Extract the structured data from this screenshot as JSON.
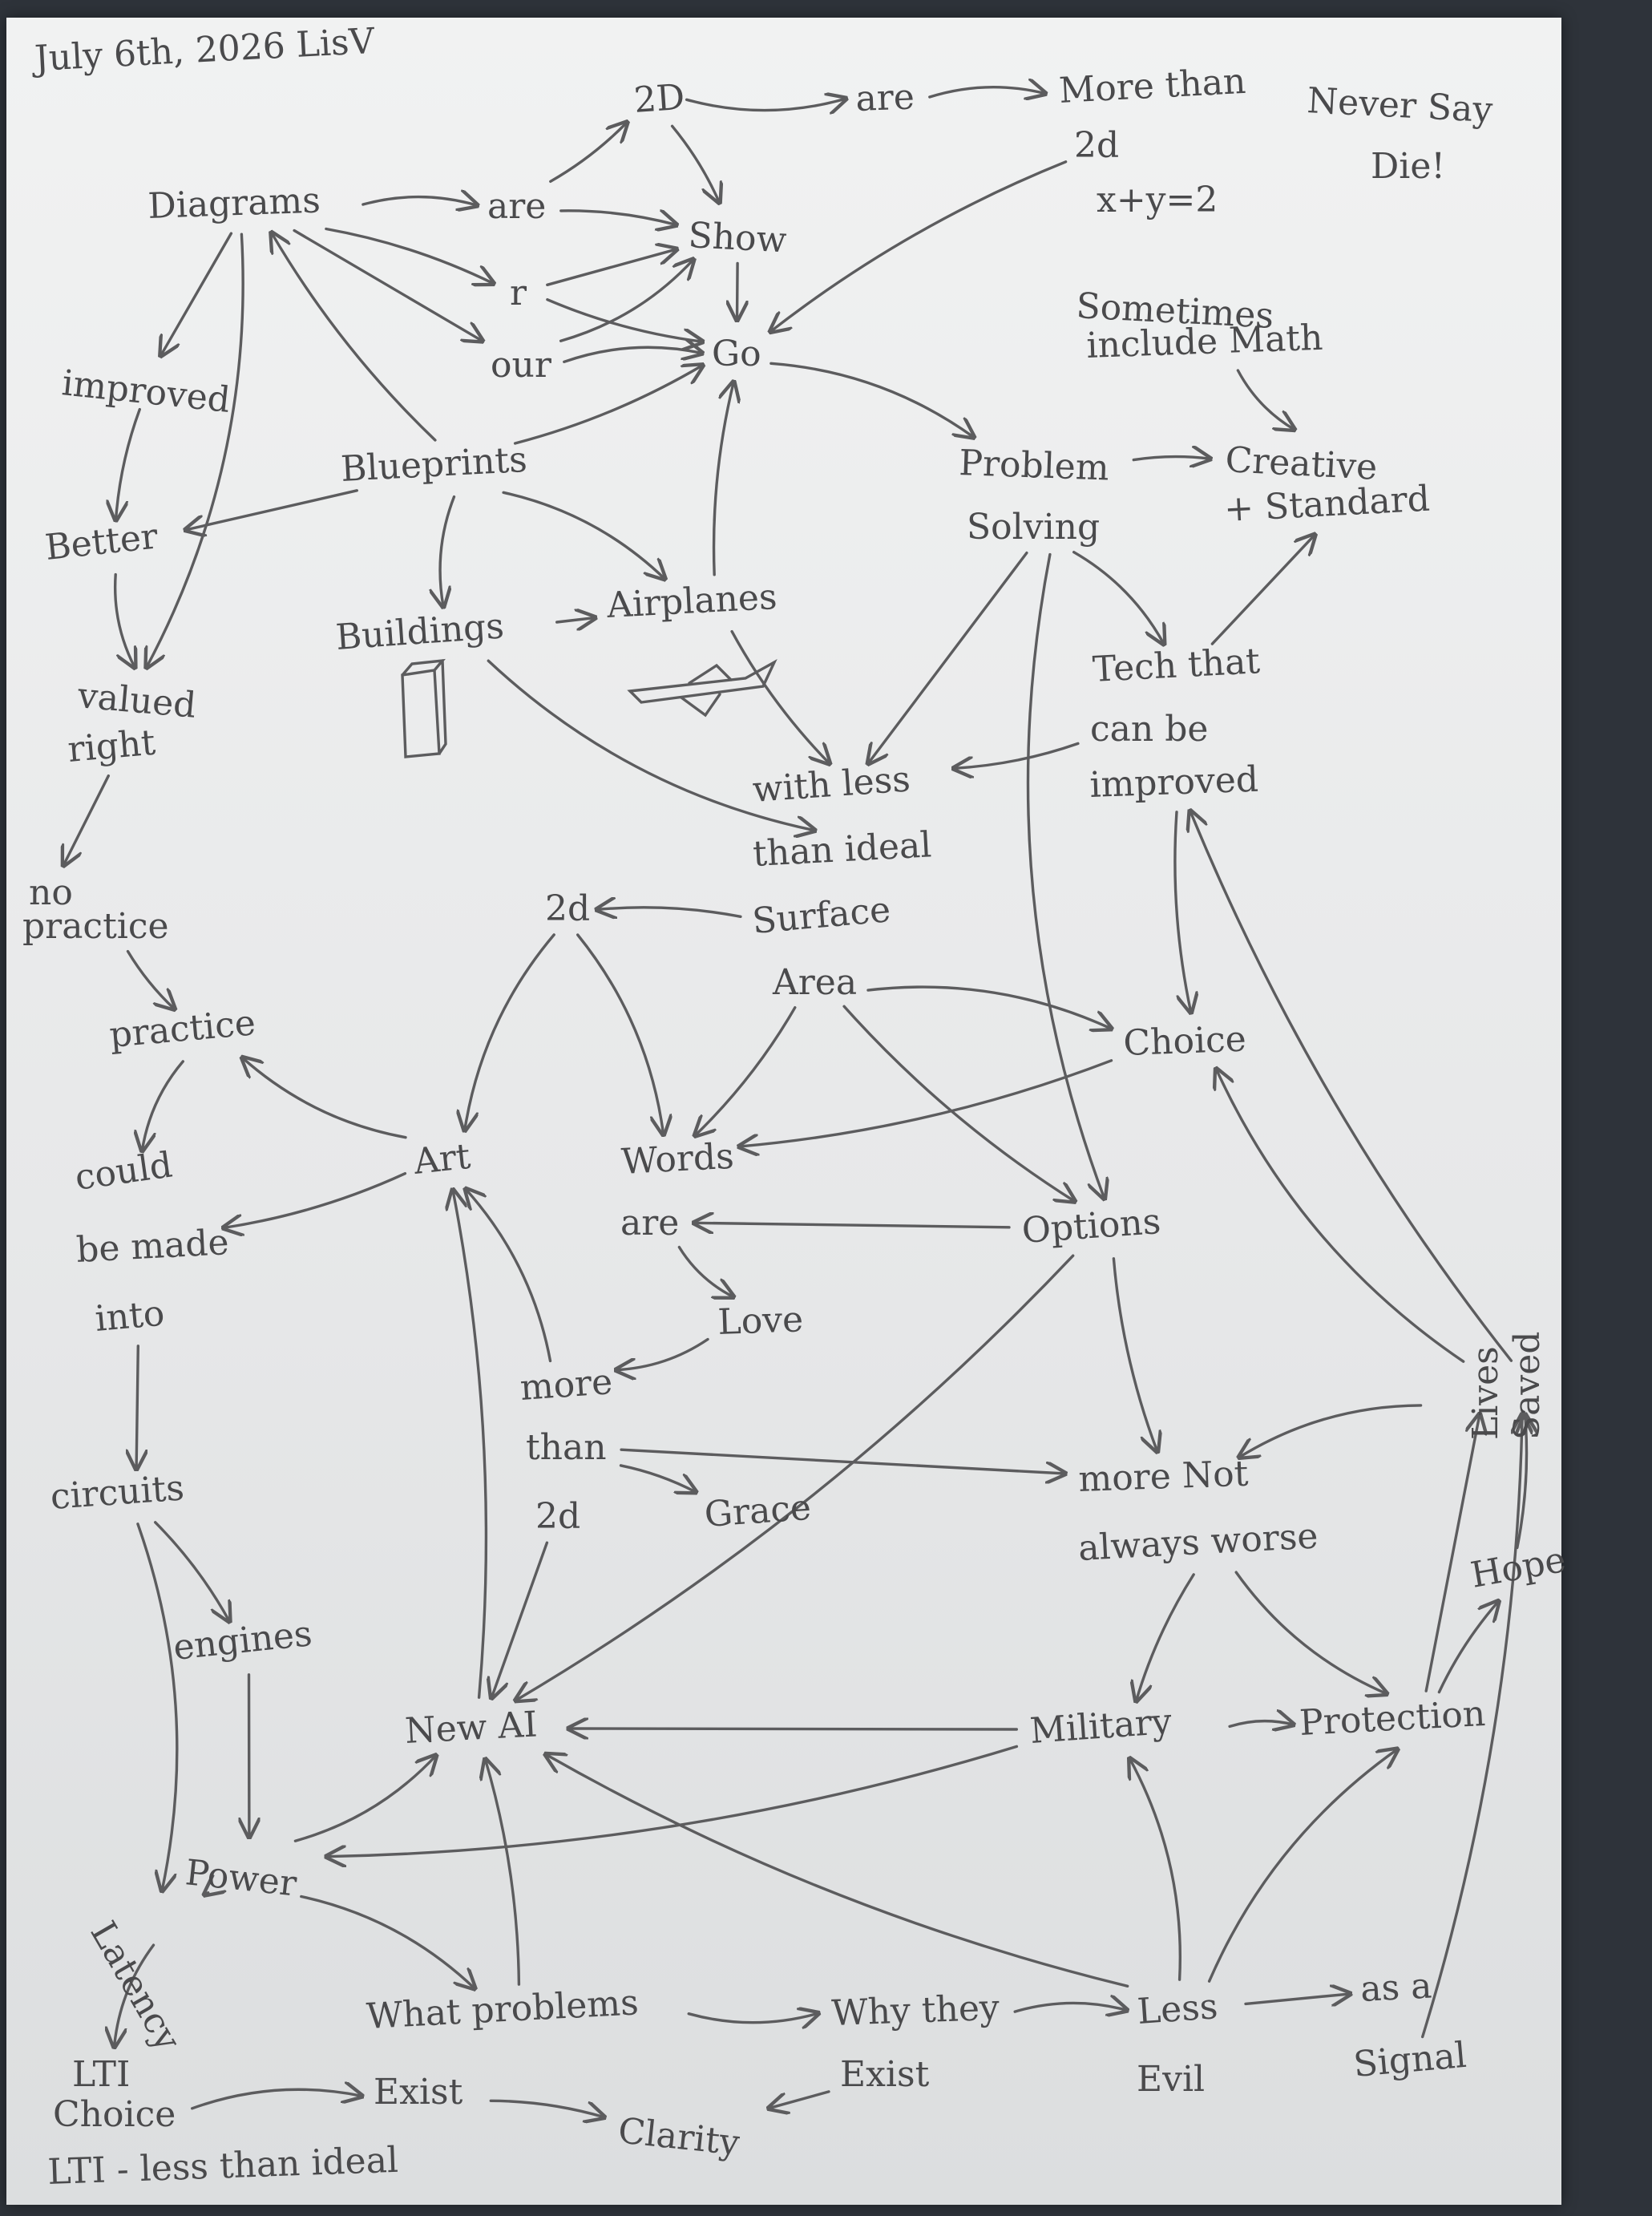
{
  "page": {
    "date_line": "July 6th, 2026 LisV",
    "motto_line1": "Never Say",
    "motto_line2": "Die!",
    "footnote": "LTI - less than ideal"
  },
  "colors": {
    "paper": "#eceded",
    "pencil": "#4a4a4c",
    "background": "#2e333a"
  },
  "nodes": [
    {
      "id": "diagrams",
      "label": "Diagrams"
    },
    {
      "id": "are1",
      "label": "are"
    },
    {
      "id": "r",
      "label": "r"
    },
    {
      "id": "our",
      "label": "our"
    },
    {
      "id": "2d_top",
      "label": "2D"
    },
    {
      "id": "are2",
      "label": "are"
    },
    {
      "id": "more_than_2d_top1",
      "label": "More than"
    },
    {
      "id": "more_than_2d_top2",
      "label": "2d"
    },
    {
      "id": "show",
      "label": "Show"
    },
    {
      "id": "go",
      "label": "Go"
    },
    {
      "id": "equation",
      "label": "x+y=2"
    },
    {
      "id": "sometimes1",
      "label": "Sometimes"
    },
    {
      "id": "sometimes2",
      "label": "include Math"
    },
    {
      "id": "problem1",
      "label": "Problem"
    },
    {
      "id": "problem2",
      "label": "Solving"
    },
    {
      "id": "creative1",
      "label": "Creative"
    },
    {
      "id": "creative2",
      "label": "+ Standard"
    },
    {
      "id": "improved",
      "label": "improved"
    },
    {
      "id": "better",
      "label": "Better"
    },
    {
      "id": "valued1",
      "label": "valued"
    },
    {
      "id": "valued2",
      "label": "right"
    },
    {
      "id": "blueprints",
      "label": "Blueprints"
    },
    {
      "id": "buildings",
      "label": "Buildings"
    },
    {
      "id": "airplanes",
      "label": "Airplanes"
    },
    {
      "id": "tech1",
      "label": "Tech that"
    },
    {
      "id": "tech2",
      "label": "can be"
    },
    {
      "id": "tech3",
      "label": "improved"
    },
    {
      "id": "lti1",
      "label": "with less"
    },
    {
      "id": "lti2",
      "label": "than ideal"
    },
    {
      "id": "surface1",
      "label": "Surface"
    },
    {
      "id": "surface2",
      "label": "Area"
    },
    {
      "id": "2d_mid",
      "label": "2d"
    },
    {
      "id": "no_practice1",
      "label": "no"
    },
    {
      "id": "no_practice2",
      "label": "practice"
    },
    {
      "id": "practice",
      "label": "practice"
    },
    {
      "id": "could1",
      "label": "could"
    },
    {
      "id": "could2",
      "label": "be made"
    },
    {
      "id": "could3",
      "label": "into"
    },
    {
      "id": "art",
      "label": "Art"
    },
    {
      "id": "words1",
      "label": "Words"
    },
    {
      "id": "words2",
      "label": "are"
    },
    {
      "id": "choice",
      "label": "Choice"
    },
    {
      "id": "options",
      "label": "Options"
    },
    {
      "id": "love",
      "label": "Love"
    },
    {
      "id": "more_than_2d_mid1",
      "label": "more"
    },
    {
      "id": "more_than_2d_mid2",
      "label": "than"
    },
    {
      "id": "more_than_2d_mid3",
      "label": "2d"
    },
    {
      "id": "grace",
      "label": "Grace"
    },
    {
      "id": "more_not1",
      "label": "more Not"
    },
    {
      "id": "more_not2",
      "label": "always worse"
    },
    {
      "id": "lives1",
      "label": "Lives"
    },
    {
      "id": "lives2",
      "label": "Saved"
    },
    {
      "id": "circuits",
      "label": "circuits"
    },
    {
      "id": "engines",
      "label": "engines"
    },
    {
      "id": "new_ai",
      "label": "New AI"
    },
    {
      "id": "military",
      "label": "Military"
    },
    {
      "id": "protection",
      "label": "Protection"
    },
    {
      "id": "hope",
      "label": "Hope"
    },
    {
      "id": "power",
      "label": "Power"
    },
    {
      "id": "latency",
      "label": "Latency"
    },
    {
      "id": "lti_short",
      "label": "LTI"
    },
    {
      "id": "choice_bottom",
      "label": "Choice"
    },
    {
      "id": "what_problems1",
      "label": "What problems"
    },
    {
      "id": "what_problems2",
      "label": "Exist"
    },
    {
      "id": "why1",
      "label": "Why they"
    },
    {
      "id": "why2",
      "label": "Exist"
    },
    {
      "id": "clarity",
      "label": "Clarity"
    },
    {
      "id": "less_evil1",
      "label": "Less"
    },
    {
      "id": "less_evil2",
      "label": "Evil"
    },
    {
      "id": "signal1",
      "label": "as a"
    },
    {
      "id": "signal2",
      "label": "Signal"
    }
  ],
  "edges": [
    [
      "diagrams",
      "are1"
    ],
    [
      "diagrams",
      "r"
    ],
    [
      "diagrams",
      "our"
    ],
    [
      "are1",
      "2d_top"
    ],
    [
      "2d_top",
      "are2"
    ],
    [
      "are2",
      "more_than_2d_top1"
    ],
    [
      "are1",
      "show"
    ],
    [
      "r",
      "show"
    ],
    [
      "r",
      "go"
    ],
    [
      "our",
      "show"
    ],
    [
      "our",
      "go"
    ],
    [
      "2d_top",
      "show"
    ],
    [
      "show",
      "go"
    ],
    [
      "more_than_2d_top2",
      "go"
    ],
    [
      "sometimes2",
      "creative1"
    ],
    [
      "go",
      "problem1"
    ],
    [
      "problem1",
      "creative1"
    ],
    [
      "diagrams",
      "improved"
    ],
    [
      "improved",
      "better"
    ],
    [
      "better",
      "valued1"
    ],
    [
      "diagrams",
      "valued1"
    ],
    [
      "blueprints",
      "diagrams"
    ],
    [
      "blueprints",
      "better"
    ],
    [
      "blueprints",
      "go"
    ],
    [
      "blueprints",
      "buildings"
    ],
    [
      "blueprints",
      "airplanes"
    ],
    [
      "airplanes",
      "go"
    ],
    [
      "buildings",
      "airplanes"
    ],
    [
      "airplanes",
      "lti1"
    ],
    [
      "buildings",
      "lti2"
    ],
    [
      "problem2",
      "tech1"
    ],
    [
      "tech2",
      "lti1"
    ],
    [
      "problem2",
      "lti1"
    ],
    [
      "surface1",
      "2d_mid"
    ],
    [
      "2d_mid",
      "art"
    ],
    [
      "2d_mid",
      "words1"
    ],
    [
      "surface2",
      "words1"
    ],
    [
      "valued2",
      "no_practice1"
    ],
    [
      "no_practice2",
      "practice"
    ],
    [
      "practice",
      "could1"
    ],
    [
      "art",
      "practice"
    ],
    [
      "art",
      "could2"
    ],
    [
      "could3",
      "circuits"
    ],
    [
      "tech3",
      "choice"
    ],
    [
      "problem2",
      "options"
    ],
    [
      "surface2",
      "choice"
    ],
    [
      "choice",
      "words1"
    ],
    [
      "options",
      "words2"
    ],
    [
      "surface2",
      "options"
    ],
    [
      "words2",
      "love"
    ],
    [
      "love",
      "more_than_2d_mid1"
    ],
    [
      "more_than_2d_mid2",
      "grace"
    ],
    [
      "more_than_2d_mid2",
      "more_not1"
    ],
    [
      "options",
      "more_not1"
    ],
    [
      "lives1",
      "more_not1"
    ],
    [
      "lives1",
      "choice"
    ],
    [
      "lives2",
      "tech3"
    ],
    [
      "more_than_2d_mid3",
      "new_ai"
    ],
    [
      "new_ai",
      "art"
    ],
    [
      "more_than_2d_mid1",
      "art"
    ],
    [
      "circuits",
      "latency"
    ],
    [
      "circuits",
      "engines"
    ],
    [
      "engines",
      "power"
    ],
    [
      "power",
      "latency"
    ],
    [
      "power",
      "new_ai"
    ],
    [
      "power",
      "what_problems1"
    ],
    [
      "military",
      "power"
    ],
    [
      "military",
      "new_ai"
    ],
    [
      "more_not2",
      "military"
    ],
    [
      "more_not2",
      "protection"
    ],
    [
      "military",
      "protection"
    ],
    [
      "protection",
      "hope"
    ],
    [
      "protection",
      "lives1"
    ],
    [
      "hope",
      "lives2"
    ],
    [
      "less_evil1",
      "military"
    ],
    [
      "less_evil1",
      "protection"
    ],
    [
      "less_evil1",
      "new_ai"
    ],
    [
      "less_evil1",
      "signal1"
    ],
    [
      "signal2",
      "lives2"
    ],
    [
      "what_problems1",
      "why1"
    ],
    [
      "why1",
      "less_evil1"
    ],
    [
      "what_problems2",
      "clarity"
    ],
    [
      "why2",
      "clarity"
    ],
    [
      "what_problems1",
      "new_ai"
    ],
    [
      "latency",
      "lti_short"
    ],
    [
      "choice_bottom",
      "what_problems2"
    ],
    [
      "options",
      "new_ai"
    ],
    [
      "tech1",
      "creative2"
    ]
  ]
}
